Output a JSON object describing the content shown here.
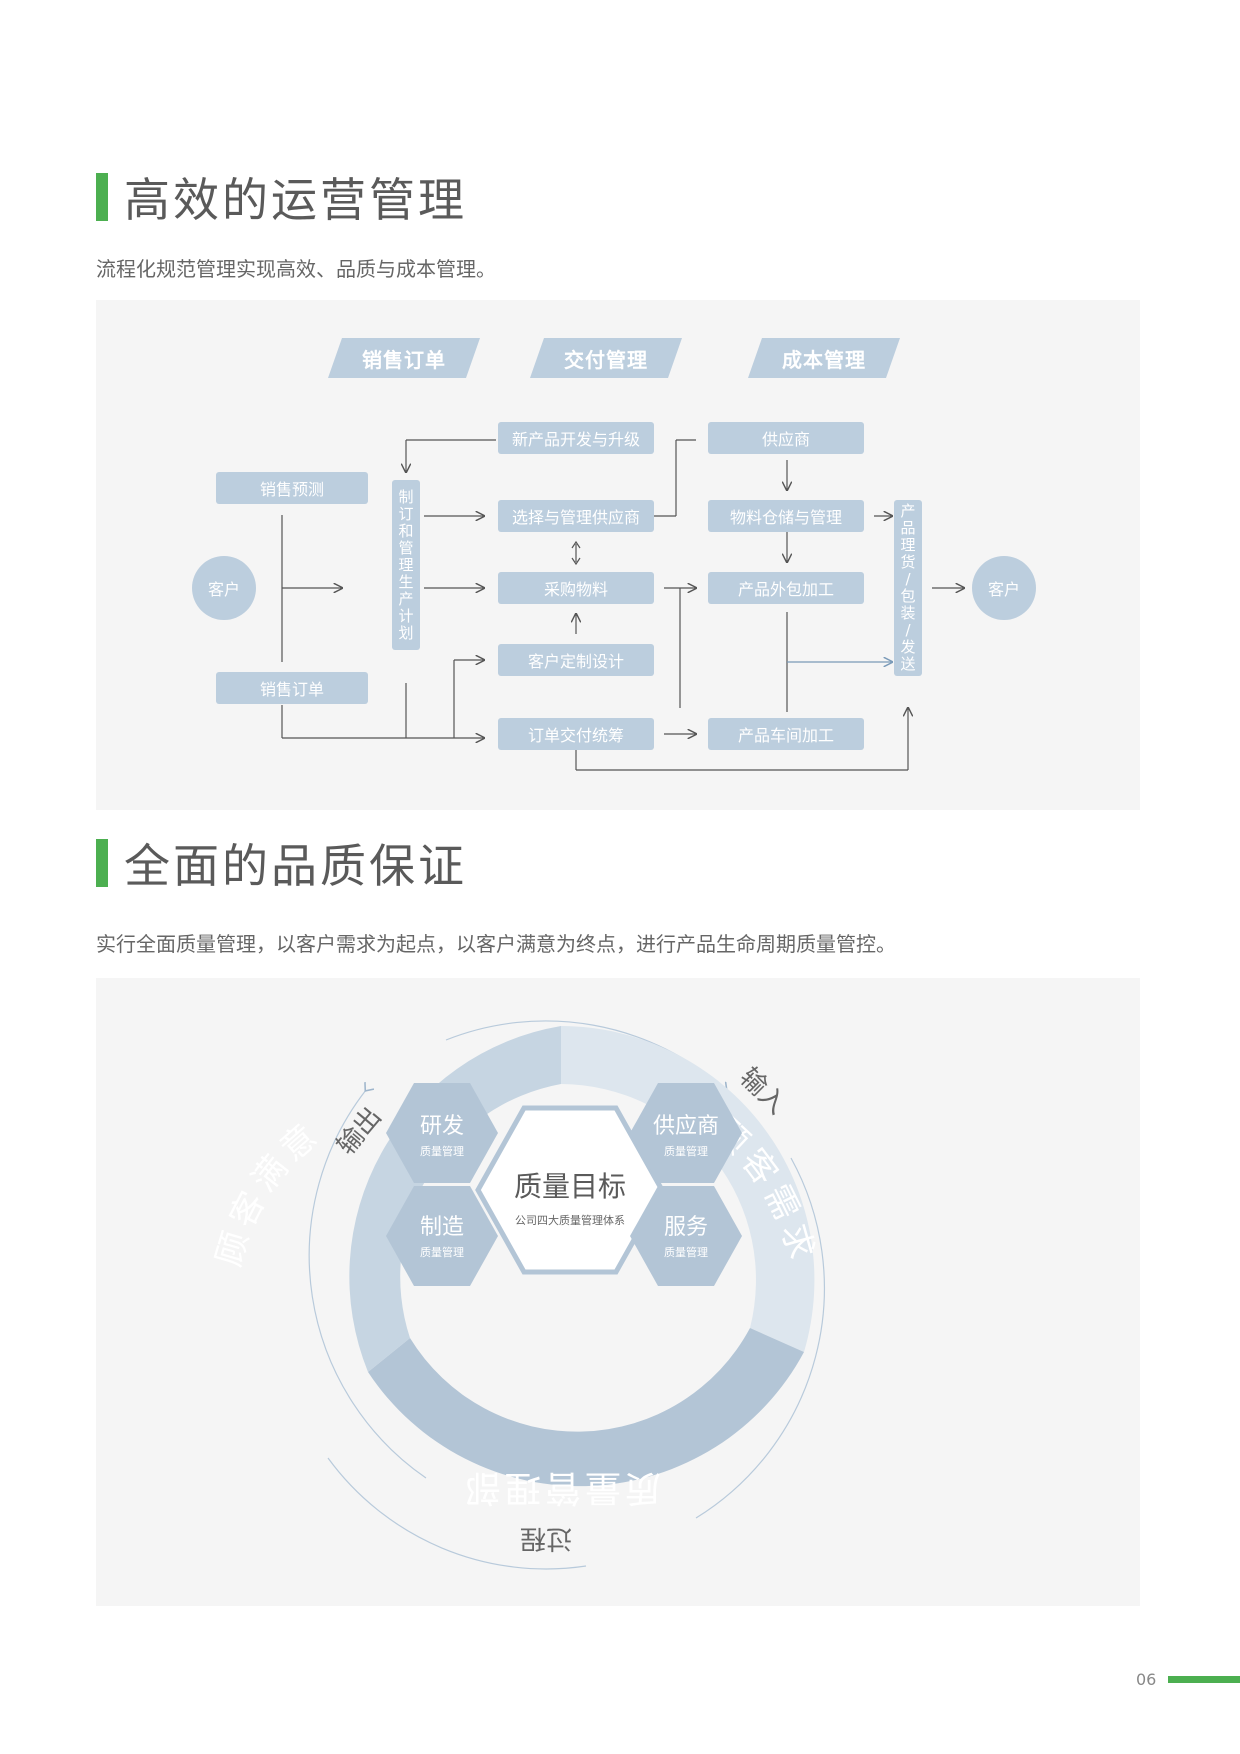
{
  "section1": {
    "title": "高效的运营管理",
    "desc": "流程化规范管理实现高效、品质与成本管理。",
    "headers": [
      "销售订单",
      "交付管理",
      "成本管理"
    ],
    "customer_left": "客户",
    "customer_right": "客户",
    "sales_forecast": "销售预测",
    "sales_order": "销售订单",
    "plan": "制订和管理生产计划",
    "delivery": "产品理货/包装/发送",
    "mid": [
      "新产品开发与升级",
      "选择与管理供应商",
      "采购物料",
      "客户定制设计",
      "订单交付统筹"
    ],
    "right": [
      "供应商",
      "物料仓储与管理",
      "产品外包加工",
      "产品车间加工"
    ]
  },
  "section2": {
    "title": "全面的品质保证",
    "desc": "实行全面质量管理，以客户需求为起点，以客户满意为终点，进行产品生命周期质量管控。",
    "center_title": "质量目标",
    "center_sub": "公司四大质量管理体系",
    "hexes": [
      {
        "title": "研发",
        "sub": "质量管理"
      },
      {
        "title": "供应商",
        "sub": "质量管理"
      },
      {
        "title": "制造",
        "sub": "质量管理"
      },
      {
        "title": "服务",
        "sub": "质量管理"
      }
    ],
    "ring_left": "顾客满意",
    "ring_right": "顾客需求",
    "ring_bottom": "质量管理部",
    "outer_left": "输出",
    "outer_right": "输入",
    "outer_bottom": "过程"
  },
  "page_number": "06",
  "colors": {
    "accent": "#4caf50",
    "box": "#bccede",
    "panel": "#f5f5f5"
  }
}
